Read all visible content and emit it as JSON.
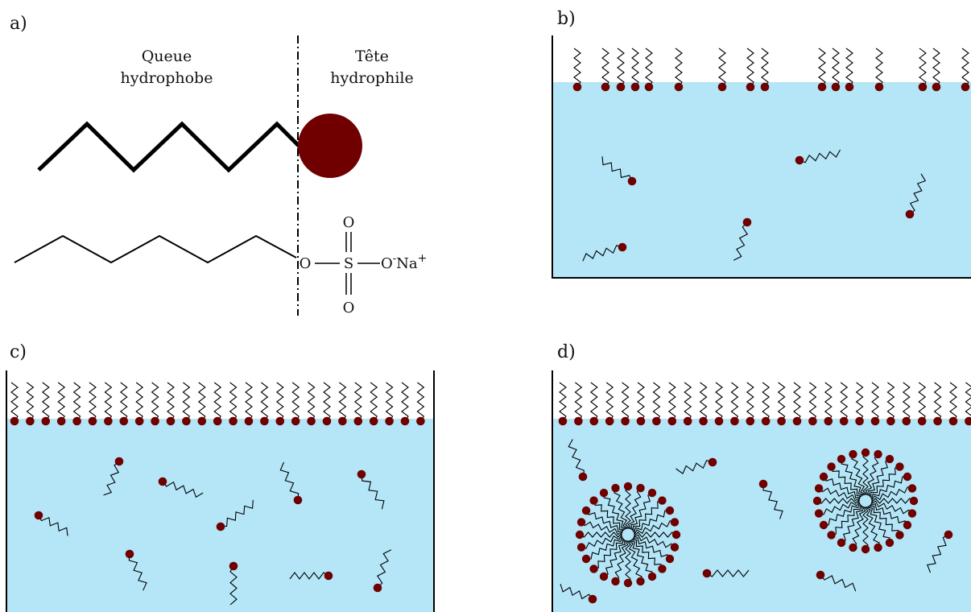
{
  "panels": {
    "a": {
      "label": "a)",
      "tail_label_line1": "Queue",
      "tail_label_line2": "hydrophobe",
      "head_label_line1": "Tête",
      "head_label_line2": "hydrophile",
      "formula": {
        "o_link": "O",
        "sulfur": "S",
        "oxygen_top": "O",
        "oxygen_bottom": "O",
        "o_minus": "O",
        "minus_sign": "-",
        "sodium": "Na",
        "plus_sign": "+"
      }
    },
    "b": {
      "label": "b)"
    },
    "c": {
      "label": "c)"
    },
    "d": {
      "label": "d)"
    }
  },
  "colors": {
    "water": "#b4e6f8",
    "head": "#700000",
    "line": "#000000"
  }
}
